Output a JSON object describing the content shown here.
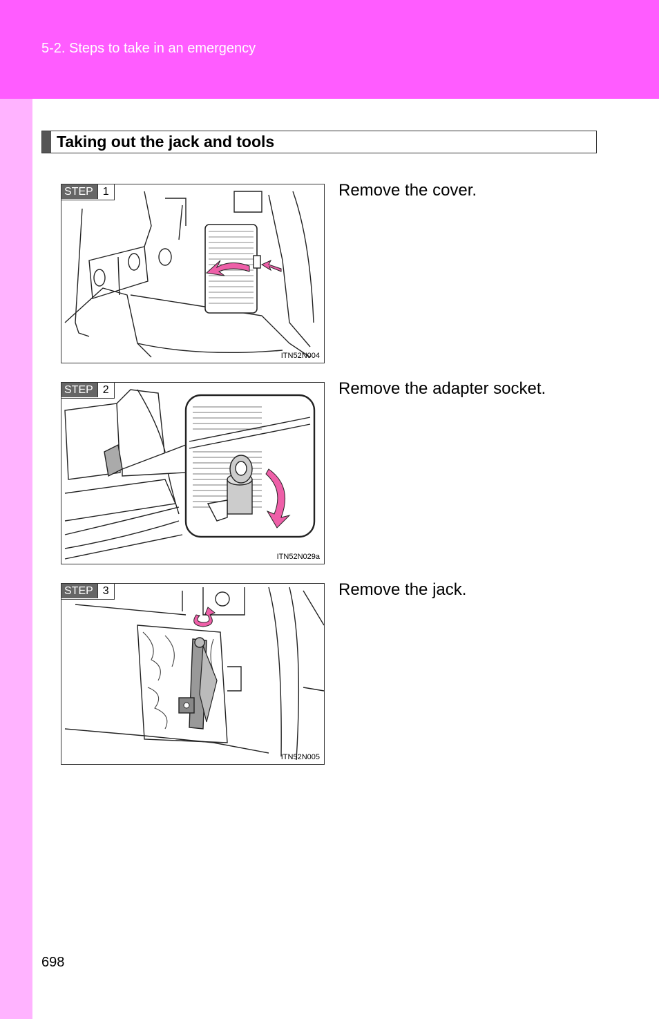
{
  "header": {
    "section": "5-2. Steps to take in an emergency"
  },
  "section_title": "Taking out the jack and tools",
  "steps": [
    {
      "badge_word": "STEP",
      "number": "1",
      "text": "Remove the cover.",
      "figure_code": "ITN52N004"
    },
    {
      "badge_word": "STEP",
      "number": "2",
      "text": "Remove the adapter socket.",
      "figure_code": "ITN52N029a"
    },
    {
      "badge_word": "STEP",
      "number": "3",
      "text": "Remove the jack.",
      "figure_code": "ITN52N005"
    }
  ],
  "page_number": "698",
  "colors": {
    "header": "#ff5cff",
    "side_strip": "#ffb3ff",
    "arrow": "#ee5fa8"
  }
}
